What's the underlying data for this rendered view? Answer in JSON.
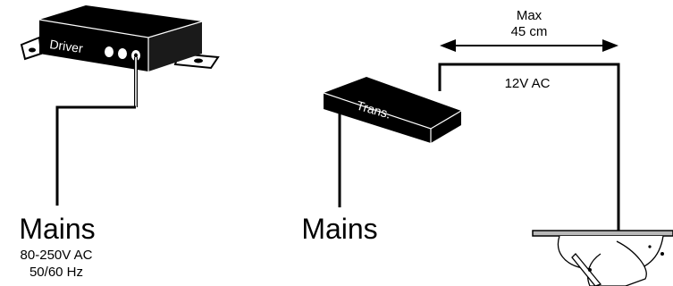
{
  "driver_box": {
    "label": "Driver"
  },
  "left_supply": {
    "title": "Mains",
    "voltage": "80-250V AC",
    "frequency": "50/60 Hz"
  },
  "transformer": {
    "label": "Trans."
  },
  "right_supply": {
    "title": "Mains"
  },
  "distance": {
    "line1": "Max",
    "line2": "45 cm"
  },
  "output_voltage": {
    "label": "12V AC"
  },
  "colors": {
    "ink": "#000000",
    "paper": "#ffffff",
    "fixture_plate": "#b8b8b8"
  }
}
